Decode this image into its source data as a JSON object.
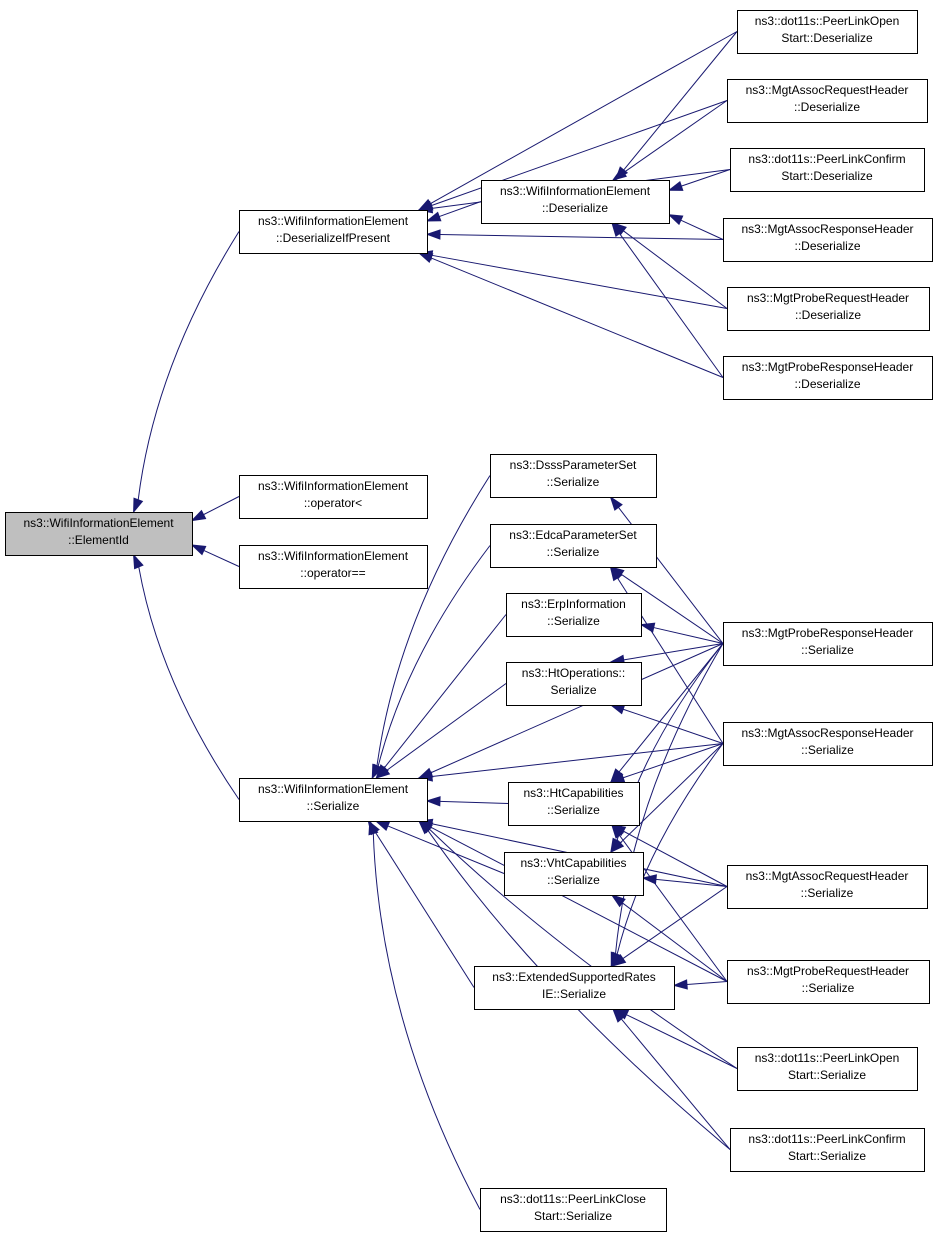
{
  "graph": {
    "nodes": [
      {
        "id": "root",
        "lines": [
          "ns3::WifiInformationElement",
          "::ElementId"
        ],
        "highlight": true
      },
      {
        "id": "desIfPresent",
        "lines": [
          "ns3::WifiInformationElement",
          "::DeserializeIfPresent"
        ]
      },
      {
        "id": "opLess",
        "lines": [
          "ns3::WifiInformationElement",
          "::operator<"
        ]
      },
      {
        "id": "opEq",
        "lines": [
          "ns3::WifiInformationElement",
          "::operator=="
        ]
      },
      {
        "id": "wieSer",
        "lines": [
          "ns3::WifiInformationElement",
          "::Serialize"
        ]
      },
      {
        "id": "wieDes",
        "lines": [
          "ns3::WifiInformationElement",
          "::Deserialize"
        ]
      },
      {
        "id": "plOpenDes",
        "lines": [
          "ns3::dot11s::PeerLinkOpen",
          "Start::Deserialize"
        ]
      },
      {
        "id": "assocReqDes",
        "lines": [
          "ns3::MgtAssocRequestHeader",
          "::Deserialize"
        ]
      },
      {
        "id": "plConfDes",
        "lines": [
          "ns3::dot11s::PeerLinkConfirm",
          "Start::Deserialize"
        ]
      },
      {
        "id": "assocRespDes",
        "lines": [
          "ns3::MgtAssocResponseHeader",
          "::Deserialize"
        ]
      },
      {
        "id": "probeReqDes",
        "lines": [
          "ns3::MgtProbeRequestHeader",
          "::Deserialize"
        ]
      },
      {
        "id": "probeRespDes",
        "lines": [
          "ns3::MgtProbeResponseHeader",
          "::Deserialize"
        ]
      },
      {
        "id": "dsss",
        "lines": [
          "ns3::DsssParameterSet",
          "::Serialize"
        ]
      },
      {
        "id": "edca",
        "lines": [
          "ns3::EdcaParameterSet",
          "::Serialize"
        ]
      },
      {
        "id": "erp",
        "lines": [
          "ns3::ErpInformation",
          "::Serialize"
        ]
      },
      {
        "id": "htOps",
        "lines": [
          "ns3::HtOperations::",
          "Serialize"
        ]
      },
      {
        "id": "htCap",
        "lines": [
          "ns3::HtCapabilities",
          "::Serialize"
        ]
      },
      {
        "id": "vhtCap",
        "lines": [
          "ns3::VhtCapabilities",
          "::Serialize"
        ]
      },
      {
        "id": "extRates",
        "lines": [
          "ns3::ExtendedSupportedRates",
          "IE::Serialize"
        ]
      },
      {
        "id": "plClose",
        "lines": [
          "ns3::dot11s::PeerLinkClose",
          "Start::Serialize"
        ]
      },
      {
        "id": "probeRespSer",
        "lines": [
          "ns3::MgtProbeResponseHeader",
          "::Serialize"
        ]
      },
      {
        "id": "assocRespSer",
        "lines": [
          "ns3::MgtAssocResponseHeader",
          "::Serialize"
        ]
      },
      {
        "id": "assocReqSer",
        "lines": [
          "ns3::MgtAssocRequestHeader",
          "::Serialize"
        ]
      },
      {
        "id": "probeReqSer",
        "lines": [
          "ns3::MgtProbeRequestHeader",
          "::Serialize"
        ]
      },
      {
        "id": "plOpenSer",
        "lines": [
          "ns3::dot11s::PeerLinkOpen",
          "Start::Serialize"
        ]
      },
      {
        "id": "plConfSer",
        "lines": [
          "ns3::dot11s::PeerLinkConfirm",
          "Start::Serialize"
        ]
      }
    ],
    "edges": [
      {
        "from": "desIfPresent",
        "to": "root"
      },
      {
        "from": "opLess",
        "to": "root"
      },
      {
        "from": "opEq",
        "to": "root"
      },
      {
        "from": "wieSer",
        "to": "root"
      },
      {
        "from": "wieDes",
        "to": "desIfPresent"
      },
      {
        "from": "plOpenDes",
        "to": "desIfPresent"
      },
      {
        "from": "assocReqDes",
        "to": "desIfPresent"
      },
      {
        "from": "plConfDes",
        "to": "desIfPresent"
      },
      {
        "from": "assocRespDes",
        "to": "desIfPresent"
      },
      {
        "from": "probeReqDes",
        "to": "desIfPresent"
      },
      {
        "from": "probeRespDes",
        "to": "desIfPresent"
      },
      {
        "from": "plOpenDes",
        "to": "wieDes"
      },
      {
        "from": "assocReqDes",
        "to": "wieDes"
      },
      {
        "from": "plConfDes",
        "to": "wieDes"
      },
      {
        "from": "assocRespDes",
        "to": "wieDes"
      },
      {
        "from": "probeReqDes",
        "to": "wieDes"
      },
      {
        "from": "probeRespDes",
        "to": "wieDes"
      },
      {
        "from": "dsss",
        "to": "wieSer"
      },
      {
        "from": "edca",
        "to": "wieSer"
      },
      {
        "from": "erp",
        "to": "wieSer"
      },
      {
        "from": "htOps",
        "to": "wieSer"
      },
      {
        "from": "htCap",
        "to": "wieSer"
      },
      {
        "from": "vhtCap",
        "to": "wieSer"
      },
      {
        "from": "extRates",
        "to": "wieSer"
      },
      {
        "from": "plClose",
        "to": "wieSer"
      },
      {
        "from": "probeRespSer",
        "to": "wieSer"
      },
      {
        "from": "assocRespSer",
        "to": "wieSer"
      },
      {
        "from": "assocReqSer",
        "to": "wieSer"
      },
      {
        "from": "probeReqSer",
        "to": "wieSer"
      },
      {
        "from": "plOpenSer",
        "to": "wieSer"
      },
      {
        "from": "plConfSer",
        "to": "wieSer"
      },
      {
        "from": "probeRespSer",
        "to": "dsss"
      },
      {
        "from": "probeRespSer",
        "to": "edca"
      },
      {
        "from": "assocRespSer",
        "to": "edca"
      },
      {
        "from": "probeRespSer",
        "to": "erp"
      },
      {
        "from": "probeRespSer",
        "to": "htOps"
      },
      {
        "from": "assocRespSer",
        "to": "htOps"
      },
      {
        "from": "probeRespSer",
        "to": "htCap"
      },
      {
        "from": "assocRespSer",
        "to": "htCap"
      },
      {
        "from": "assocReqSer",
        "to": "htCap"
      },
      {
        "from": "probeReqSer",
        "to": "htCap"
      },
      {
        "from": "probeRespSer",
        "to": "vhtCap"
      },
      {
        "from": "assocRespSer",
        "to": "vhtCap"
      },
      {
        "from": "assocReqSer",
        "to": "vhtCap"
      },
      {
        "from": "probeReqSer",
        "to": "vhtCap"
      },
      {
        "from": "probeRespSer",
        "to": "extRates"
      },
      {
        "from": "assocRespSer",
        "to": "extRates"
      },
      {
        "from": "assocReqSer",
        "to": "extRates"
      },
      {
        "from": "probeReqSer",
        "to": "extRates"
      },
      {
        "from": "plOpenSer",
        "to": "extRates"
      },
      {
        "from": "plConfSer",
        "to": "extRates"
      }
    ]
  }
}
